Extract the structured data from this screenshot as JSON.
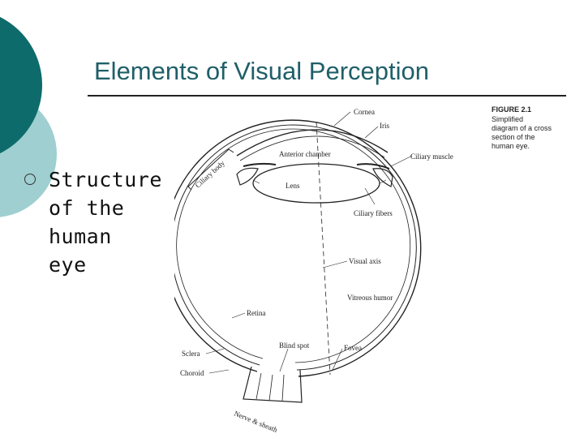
{
  "slide": {
    "title": "Elements of Visual Perception",
    "bullet_lines": [
      "Structure",
      "of the",
      "human",
      "eye"
    ]
  },
  "colors": {
    "title": "#1f5f68",
    "circle_dark": "#0e6b6b",
    "circle_light": "#9fcfd0",
    "diagram_ink": "#222222"
  },
  "figure": {
    "caption_heading": "FIGURE 2.1",
    "caption_lines": [
      "Simplified",
      "diagram of a cross",
      "section of the",
      "human eye."
    ],
    "labels": {
      "cornea": "Cornea",
      "iris": "Iris",
      "anterior_chamber": "Anterior chamber",
      "ciliary_muscle": "Ciliary muscle",
      "ciliary_body": "Ciliary body",
      "lens": "Lens",
      "ciliary_fibers": "Ciliary fibers",
      "visual_axis": "Visual axis",
      "vitreous_humor": "Vitreous humor",
      "retina": "Retina",
      "blind_spot": "Blind spot",
      "fovea": "Fovea",
      "sclera": "Sclera",
      "choroid": "Choroid",
      "nerve_sheath": "Nerve & sheath"
    }
  }
}
